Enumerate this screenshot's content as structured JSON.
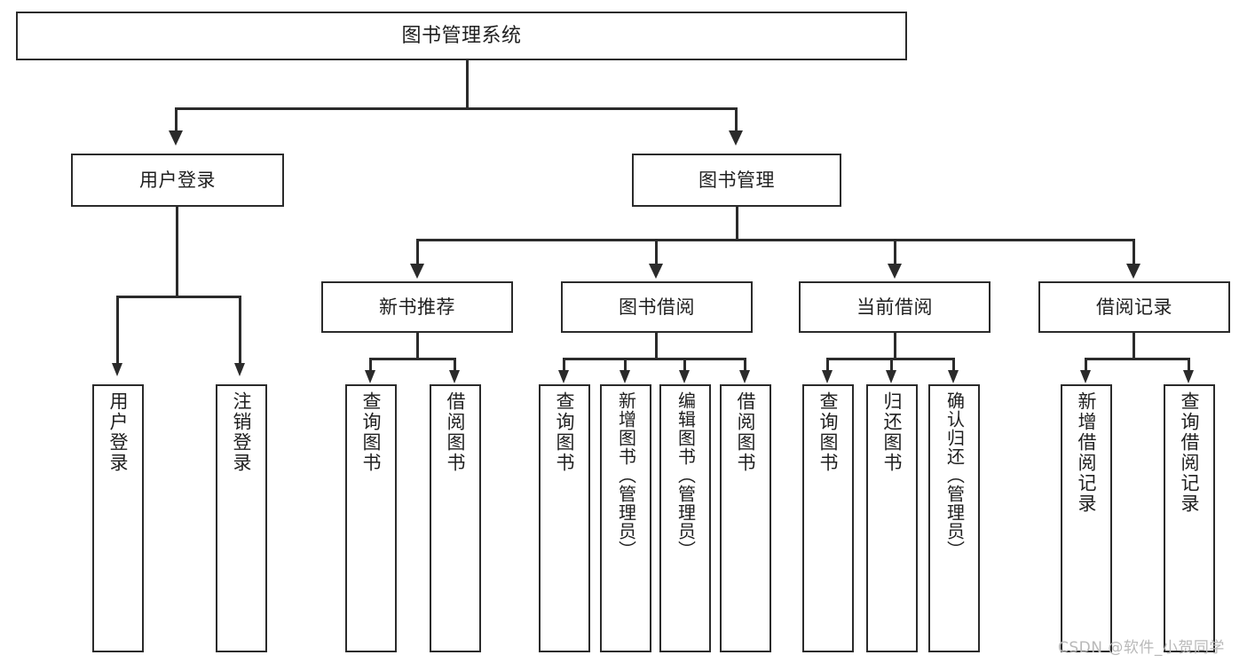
{
  "diagram": {
    "type": "tree-hierarchy-chart",
    "root": {
      "label": "图书管理系统"
    },
    "level2": [
      {
        "label": "用户登录"
      },
      {
        "label": "图书管理"
      }
    ],
    "level3": [
      {
        "label": "新书推荐"
      },
      {
        "label": "图书借阅"
      },
      {
        "label": "当前借阅"
      },
      {
        "label": "借阅记录"
      }
    ],
    "leaves": {
      "user_login": [
        {
          "label": "用户登录"
        },
        {
          "label": "注销登录"
        }
      ],
      "new_book_recommend": [
        {
          "label": "查询图书"
        },
        {
          "label": "借阅图书"
        }
      ],
      "book_borrow": [
        {
          "label": "查询图书"
        },
        {
          "label": "新增图书（管理员）"
        },
        {
          "label": "编辑图书（管理员）"
        },
        {
          "label": "借阅图书"
        }
      ],
      "current_borrow": [
        {
          "label": "查询图书"
        },
        {
          "label": "归还图书"
        },
        {
          "label": "确认归还（管理员）"
        }
      ],
      "borrow_record": [
        {
          "label": "新增借阅记录"
        },
        {
          "label": "查询借阅记录"
        }
      ]
    }
  },
  "watermark": {
    "text": "CSDN @软件_小贺同学"
  },
  "colors": {
    "stroke": "#2b2b2b",
    "text": "#1f1f1f",
    "background": "#ffffff",
    "watermark": "#b9b9b9"
  }
}
